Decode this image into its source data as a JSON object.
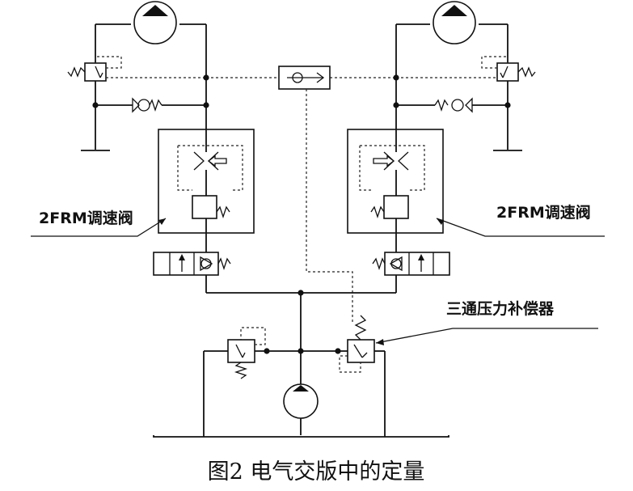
{
  "labels": {
    "left_valve": "2FRM调速阀",
    "right_valve": "2FRM调速阀",
    "compensator": "三通压力补偿器"
  },
  "caption": "图2   电气交版中的定量"
}
